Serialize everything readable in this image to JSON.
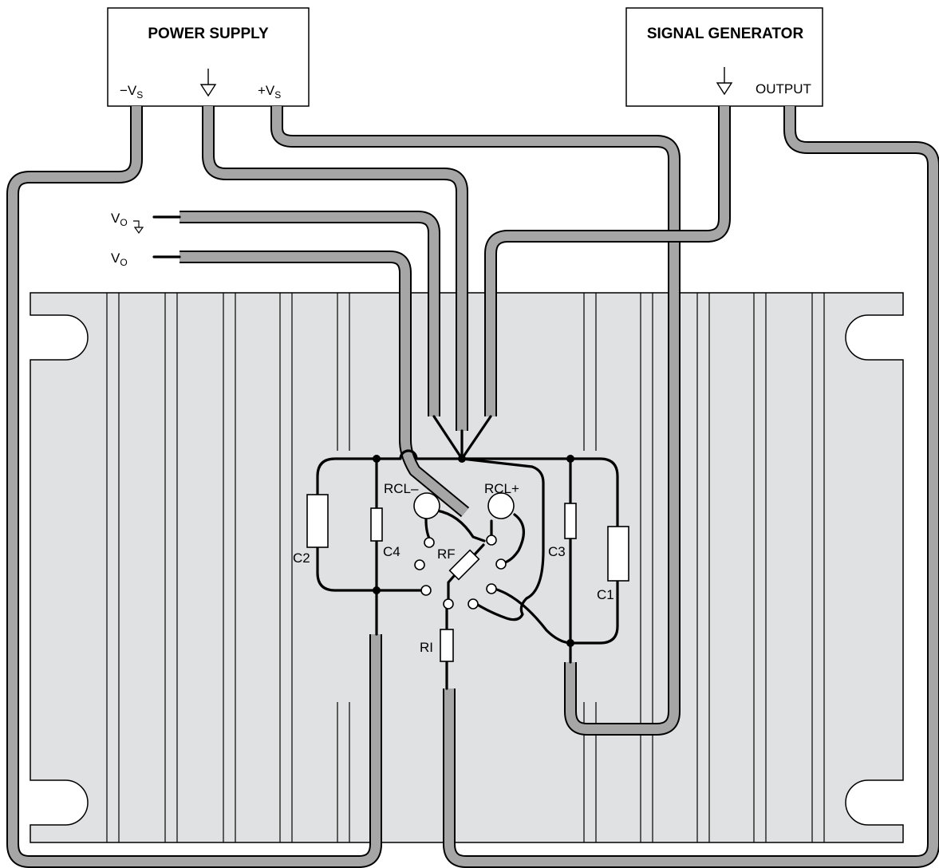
{
  "power_supply": {
    "title": "POWER SUPPLY",
    "neg_terminal": "−V",
    "neg_sub": "S",
    "pos_terminal": "+V",
    "pos_sub": "S"
  },
  "signal_generator": {
    "title": "SIGNAL GENERATOR",
    "output_terminal": "OUTPUT"
  },
  "outputs": {
    "vo_ground_main": "V",
    "vo_ground_sub": "O",
    "vo_main": "V",
    "vo_sub": "O"
  },
  "components": {
    "rcl_minus": "RCL–",
    "rcl_plus": "RCL+",
    "rf": "RF",
    "ri": "RI",
    "c1": "C1",
    "c2": "C2",
    "c3": "C3",
    "c4": "C4"
  },
  "colors": {
    "heatsink": "#e0e1e3",
    "cable": "#a6a6a6",
    "outline": "#000000"
  }
}
